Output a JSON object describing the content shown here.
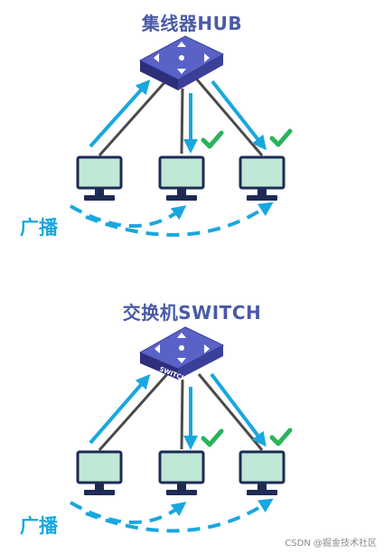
{
  "hub": {
    "title": "集线器HUB",
    "broadcast_label": "广播"
  },
  "switch": {
    "title": "交换机SWITCH",
    "device_label": "SWITCH",
    "broadcast_label": "广播"
  },
  "watermark": "CSDN @掘金技术社区",
  "colors": {
    "title": "#4a5aa8",
    "arrow": "#19a7df",
    "check": "#2bb35b",
    "monitor_screen": "#bfe8d6",
    "monitor_frame": "#1d2b55",
    "device_top": "#5b62c7",
    "device_side": "#2d2f7a"
  },
  "icons": [
    "check-icon",
    "monitor-icon",
    "hub-icon",
    "switch-icon"
  ]
}
